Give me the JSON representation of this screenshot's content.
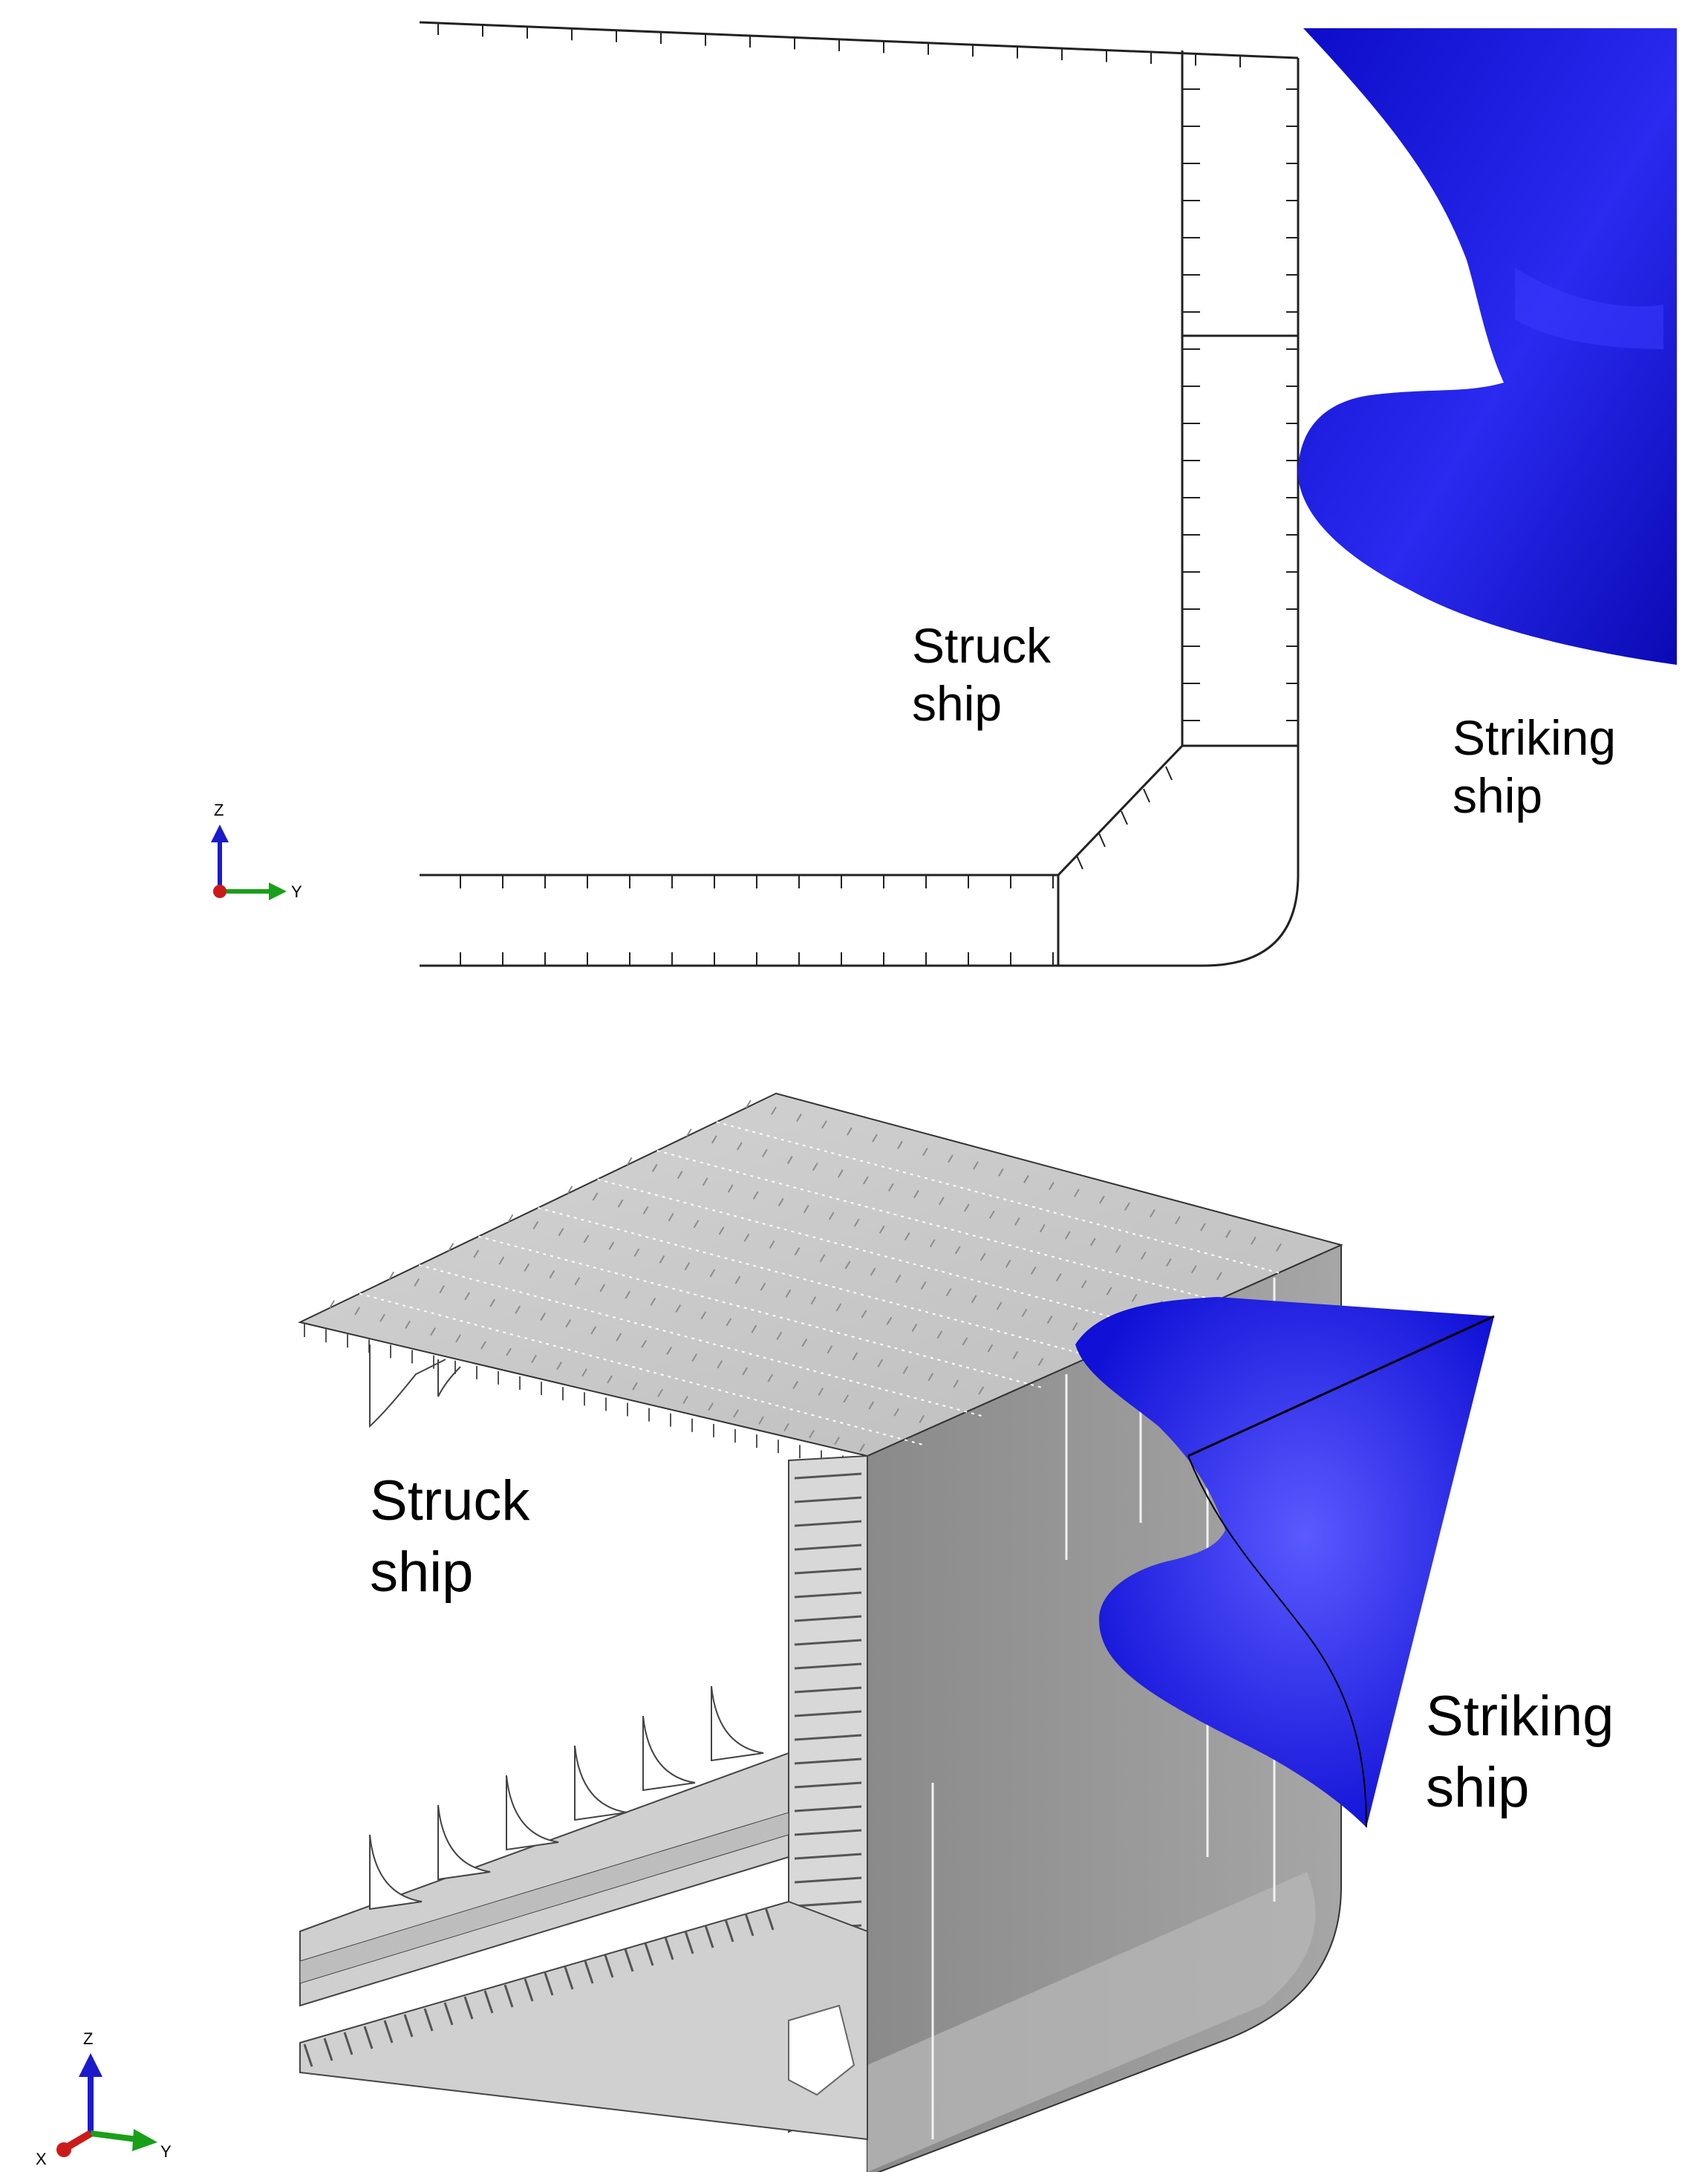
{
  "top_view": {
    "struck_label": [
      "Struck",
      "ship"
    ],
    "striking_label": [
      "Striking",
      "ship"
    ],
    "triad": {
      "z": "Z",
      "y": "Y"
    }
  },
  "iso_view": {
    "struck_label": [
      "Struck",
      "ship"
    ],
    "striking_label": [
      "Striking",
      "ship"
    ],
    "triad": {
      "z": "Z",
      "y": "Y",
      "x": "X"
    }
  },
  "colors": {
    "striking_ship": "#1414e6",
    "hull_plate": "#c8c8c8",
    "hull_side": "#8c8c8c",
    "frame_line": "#000000",
    "axis_z": "#1a1acc",
    "axis_y": "#19a019",
    "axis_x": "#cc1a1a"
  }
}
